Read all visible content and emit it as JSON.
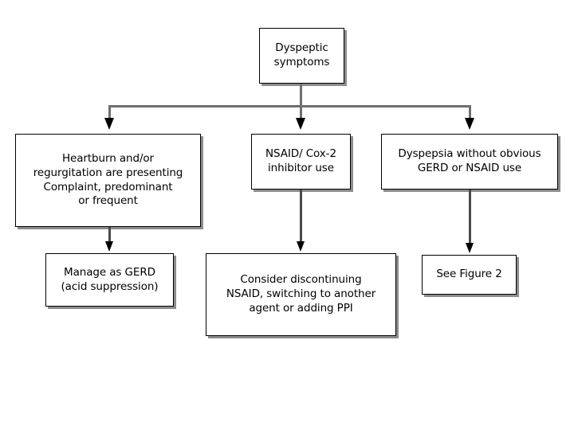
{
  "figure": {
    "type": "flowchart",
    "orientation": "top-down",
    "background_color": "#ffffff",
    "box_border_color": "#000000",
    "box_fill_color": "#ffffff",
    "shadow_color": "#8c8c8c",
    "connector_color": "#6f6f6f",
    "arrowhead_color": "#000000"
  },
  "nodes": {
    "root": {
      "id": "dyspeptic-symptoms",
      "text": "Dyspeptic\nsymptoms"
    },
    "branch_left": {
      "id": "heartburn-regurgitation",
      "text": "Heartburn and/or\nregurgitation are presenting\nComplaint, predominant\nor frequent"
    },
    "branch_middle": {
      "id": "nsaid-cox2-use",
      "text": "NSAID/ Cox-2\ninhibitor use"
    },
    "branch_right": {
      "id": "dyspepsia-no-gerd-nsaid",
      "text": "Dyspepsia without obvious\nGERD or NSAID use"
    },
    "outcome_left": {
      "id": "manage-as-gerd",
      "text": "Manage as GERD\n(acid suppression)"
    },
    "outcome_middle": {
      "id": "discontinue-nsaid",
      "text": "Consider discontinuing\nNSAID, switching to another\nagent or adding PPI"
    },
    "outcome_right": {
      "id": "see-figure-2",
      "text": "See Figure 2"
    }
  },
  "edges": [
    {
      "from": "dyspeptic-symptoms",
      "to": "heartburn-regurgitation",
      "style": "elbow-arrow"
    },
    {
      "from": "dyspeptic-symptoms",
      "to": "nsaid-cox2-use",
      "style": "straight-arrow"
    },
    {
      "from": "dyspeptic-symptoms",
      "to": "dyspepsia-no-gerd-nsaid",
      "style": "elbow-arrow"
    },
    {
      "from": "heartburn-regurgitation",
      "to": "manage-as-gerd",
      "style": "straight-arrow"
    },
    {
      "from": "nsaid-cox2-use",
      "to": "discontinue-nsaid",
      "style": "straight-arrow"
    },
    {
      "from": "dyspepsia-no-gerd-nsaid",
      "to": "see-figure-2",
      "style": "straight-arrow"
    }
  ]
}
